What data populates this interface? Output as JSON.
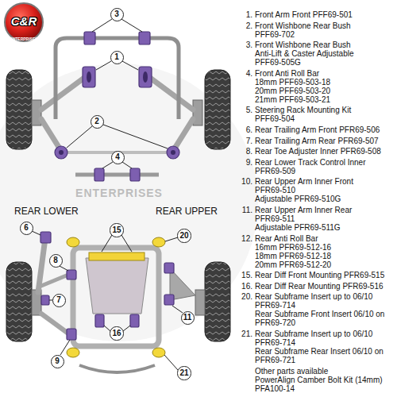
{
  "diagram": {
    "nodes": [
      {
        "text": [
          "3"
        ]
      },
      {
        "text": [
          "1"
        ]
      },
      {
        "text": [
          "2"
        ]
      },
      {
        "text": [
          "4"
        ]
      },
      {
        "text": [
          "6"
        ]
      },
      {
        "text": [
          "15"
        ]
      },
      {
        "text": [
          "20"
        ]
      },
      {
        "text": [
          "8"
        ]
      },
      {
        "text": [
          "7"
        ]
      },
      {
        "text": [
          "11"
        ]
      },
      {
        "text": [
          "16"
        ]
      },
      {
        "text": [
          "9"
        ]
      },
      {
        "text": [
          "21"
        ]
      }
    ],
    "labels": [
      "C&R",
      "ENTERPRISES",
      "ENTERPRISES",
      "REAR LOWER",
      "REAR UPPER",
      "1.",
      "Front Arm Front PFF69-501",
      "2.",
      "Front Wishbone Rear Bush",
      "PFF69-702",
      "3.",
      "Front Wishbone Rear Bush",
      "Anti-Lift & Caster Adjustable",
      "PFF69-505G",
      "4.",
      "Front Anti Roll Bar",
      "18mm PFF69-503-18",
      "20mm PFF69-503-20",
      "21mm PFF69-503-21",
      "5.",
      "Steering Rack Mounting Kit",
      "PFF69-504",
      "6.",
      "Rear Trailing Arm Front PFR69-506",
      "7.",
      "Rear Trailing Arm Rear PFR69-507",
      "8.",
      "Rear Toe Adjuster Inner PFR69-508",
      "9.",
      "Rear Lower Track Control Inner",
      "PFR69-509",
      "10.",
      "Rear Upper Arm Inner Front",
      "PFR69-510",
      "Adjustable PFR69-510G",
      "11.",
      "Rear Upper Arm Inner Rear",
      "PFR69-511",
      "Adjustable PFR69-511G",
      "12.",
      "Rear Anti Roll Bar",
      "16mm PFR69-512-16",
      "18mm PFR69-512-18",
      "20mm PFR69-512-20",
      "15.",
      "Rear Diff Front Mounting PFR69-515",
      "16.",
      "Rear Diff Rear Mounting PFR69-516",
      "20.",
      "Rear Subframe Insert up to 06/10",
      "PFR69-714",
      "Rear Subframe Front Insert 06/10 on",
      "PFR69-720",
      "21.",
      "Rear Subframe Insert up to 06/10",
      "PFR69-714",
      "Rear Subframe Rear Insert 06/10 on",
      "PFR69-721",
      "Other parts available",
      "PowerAlign Camber Bolt Kit (14mm)",
      "PFA100-14"
    ]
  }
}
